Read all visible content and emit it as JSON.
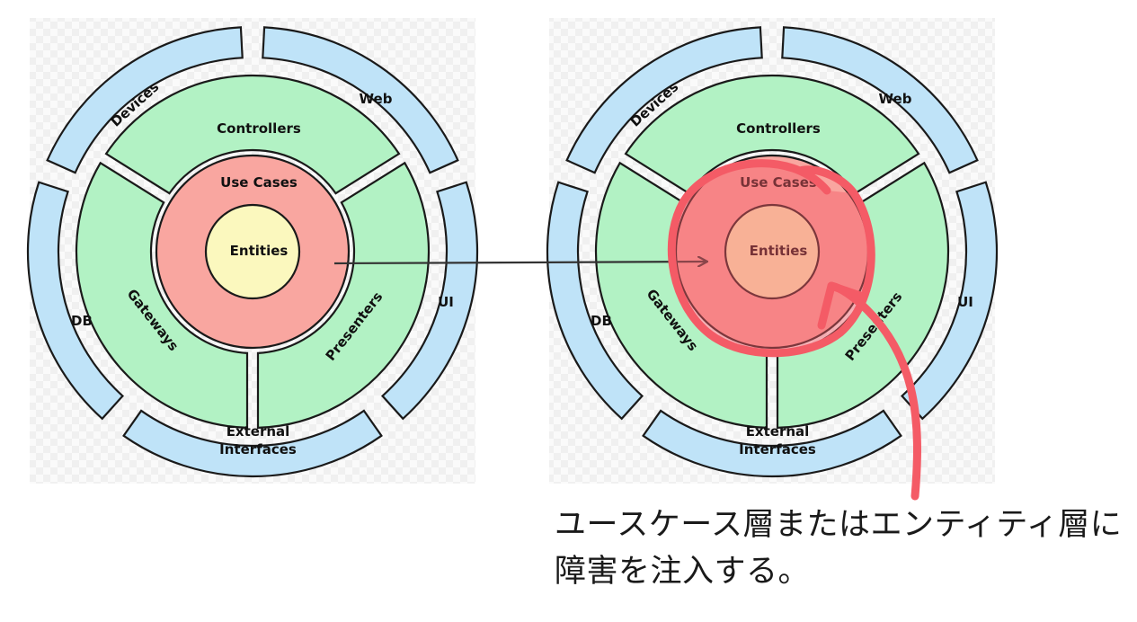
{
  "diagrams": [
    {
      "rings": {
        "outer": [
          "Devices",
          "Web",
          "UI",
          "External Interfaces",
          "DB"
        ],
        "middle": [
          "Controllers",
          "Presenters",
          "Gateways"
        ],
        "use_cases": "Use Cases",
        "core": "Entities"
      }
    },
    {
      "rings": {
        "outer": [
          "Devices",
          "Web",
          "UI",
          "External Interfaces",
          "DB"
        ],
        "middle": [
          "Controllers",
          "Presenters",
          "Gateways"
        ],
        "use_cases": "Use Cases",
        "core": "Entities"
      }
    }
  ],
  "colors": {
    "outer_ring": "#bfe3f8",
    "middle_ring": "#b2f2c4",
    "use_cases_ring": "#f9a6a0",
    "core": "#fbf8be",
    "outline": "#1a1a1a",
    "highlight": "#f45b66",
    "arrow": "#333333"
  },
  "annotation": {
    "line1": "ユースケース層またはエンティティ層に",
    "line2": "障害を注入する。"
  }
}
